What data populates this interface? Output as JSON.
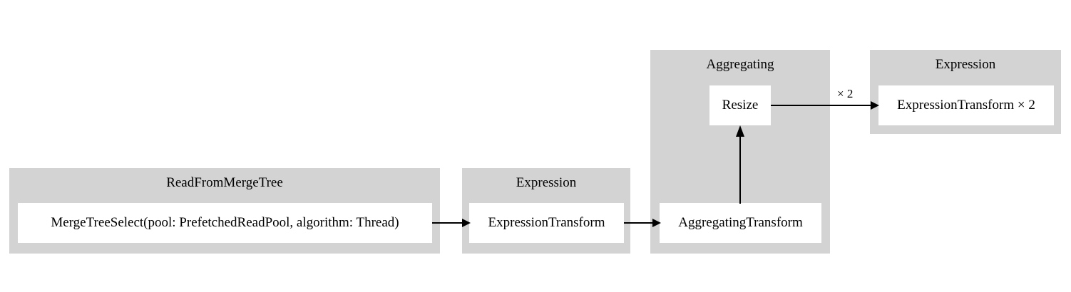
{
  "diagram": {
    "type": "pipeline-graph",
    "background_color": "#ffffff",
    "cluster_color": "#d3d3d3",
    "node_color": "#ffffff",
    "edge_color": "#000000",
    "clusters": [
      {
        "id": "read-from-merge-tree",
        "title": "ReadFromMergeTree",
        "nodes": [
          {
            "id": "merge-tree-select",
            "label": "MergeTreeSelect(pool: PrefetchedReadPool, algorithm: Thread)"
          }
        ]
      },
      {
        "id": "expression-1",
        "title": "Expression",
        "nodes": [
          {
            "id": "expression-transform-1",
            "label": "ExpressionTransform"
          }
        ]
      },
      {
        "id": "aggregating",
        "title": "Aggregating",
        "nodes": [
          {
            "id": "resize",
            "label": "Resize"
          },
          {
            "id": "aggregating-transform",
            "label": "AggregatingTransform"
          }
        ]
      },
      {
        "id": "expression-2",
        "title": "Expression",
        "nodes": [
          {
            "id": "expression-transform-2",
            "label": "ExpressionTransform × 2"
          }
        ]
      }
    ],
    "edges": [
      {
        "id": "edge-merge-tree-select-to-expression-transform-1",
        "from": "merge-tree-select",
        "to": "expression-transform-1",
        "label": ""
      },
      {
        "id": "edge-expression-transform-1-to-aggregating-transform",
        "from": "expression-transform-1",
        "to": "aggregating-transform",
        "label": ""
      },
      {
        "id": "edge-aggregating-transform-to-resize",
        "from": "aggregating-transform",
        "to": "resize",
        "label": ""
      },
      {
        "id": "edge-resize-to-expression-transform-2",
        "from": "resize",
        "to": "expression-transform-2",
        "label": "× 2"
      }
    ]
  }
}
